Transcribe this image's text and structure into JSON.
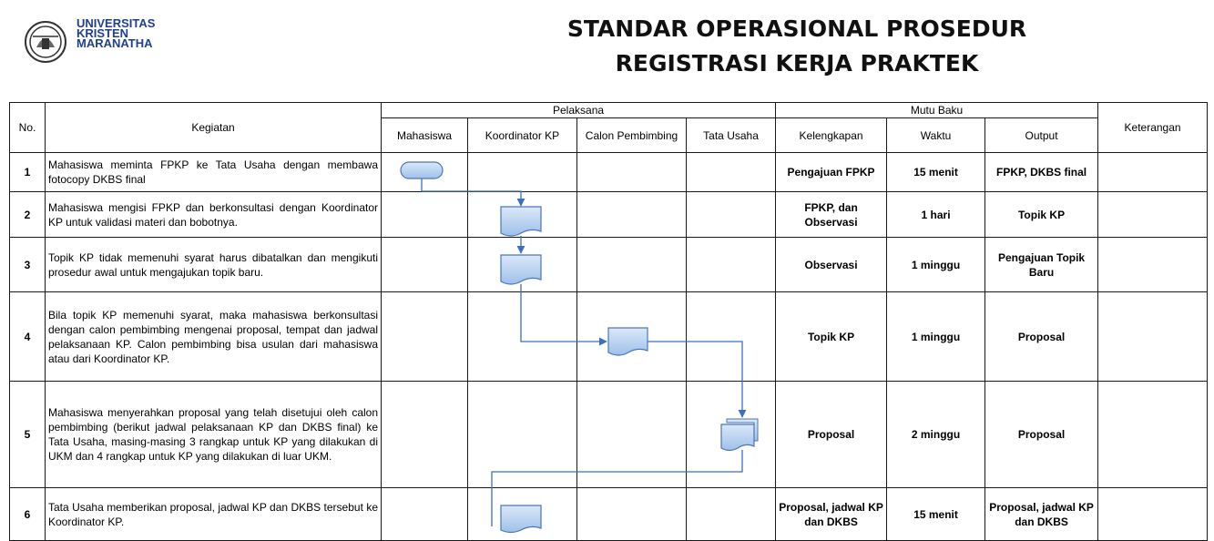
{
  "header": {
    "university": [
      "UNIVERSITAS",
      "KRISTEN",
      "MARANATHA"
    ],
    "title_line1": "STANDAR OPERASIONAL PROSEDUR",
    "title_line2": "REGISTRASI KERJA PRAKTEK"
  },
  "table": {
    "col_no": "No.",
    "col_kegiatan": "Kegiatan",
    "group_pelaksana": "Pelaksana",
    "group_mutu": "Mutu Baku",
    "col_keterangan": "Keterangan",
    "pelaksana": [
      "Mahasiswa",
      "Koordinator KP",
      "Calon Pembimbing",
      "Tata Usaha"
    ],
    "mutu": [
      "Kelengkapan",
      "Waktu",
      "Output"
    ],
    "rows": [
      {
        "no": "1",
        "kegiatan": "Mahasiswa meminta FPKP ke Tata Usaha dengan membawa fotocopy DKBS final",
        "kelengkapan": "Pengajuan FPKP",
        "waktu": "15 menit",
        "output": "FPKP, DKBS final",
        "keterangan": ""
      },
      {
        "no": "2",
        "kegiatan": "Mahasiswa mengisi FPKP dan berkonsultasi dengan Koordinator KP untuk validasi materi dan bobotnya.",
        "kelengkapan": "FPKP, dan Observasi",
        "waktu": "1 hari",
        "output": "Topik KP",
        "keterangan": ""
      },
      {
        "no": "3",
        "kegiatan": "Topik KP tidak memenuhi syarat harus dibatalkan dan mengikuti prosedur awal untuk mengajukan topik baru.",
        "kelengkapan": "Observasi",
        "waktu": "1 minggu",
        "output": "Pengajuan Topik Baru",
        "keterangan": ""
      },
      {
        "no": "4",
        "kegiatan": "Bila topik KP memenuhi syarat, maka mahasiswa berkonsultasi dengan calon pembimbing mengenai proposal, tempat dan jadwal pelaksanaan KP. Calon pembimbing bisa usulan dari mahasiswa atau dari Koordinator KP.",
        "kelengkapan": "Topik KP",
        "waktu": "1 minggu",
        "output": "Proposal",
        "keterangan": ""
      },
      {
        "no": "5",
        "kegiatan": "Mahasiswa menyerahkan proposal yang telah disetujui oleh calon pembimbing (berikut jadwal pelaksanaan KP dan DKBS final) ke Tata Usaha, masing-masing 3 rangkap untuk KP yang dilakukan di UKM dan 4 rangkap untuk KP yang dilakukan di luar UKM.",
        "kelengkapan": "Proposal",
        "waktu": "2 minggu",
        "output": "Proposal",
        "keterangan": ""
      },
      {
        "no": "6",
        "kegiatan": "Tata Usaha memberikan proposal, jadwal KP dan DKBS tersebut ke Koordinator KP.",
        "kelengkapan": "Proposal, jadwal KP dan DKBS",
        "waktu": "15 menit",
        "output": "Proposal, jadwal KP dan DKBS",
        "keterangan": ""
      }
    ]
  },
  "colors": {
    "flow_fill": "#b9d3f2",
    "flow_stroke": "#4a76b8",
    "line": "#3b6fbf",
    "logo": "#1f3f8f"
  },
  "icons": {
    "logo": "university-seal-icon"
  }
}
